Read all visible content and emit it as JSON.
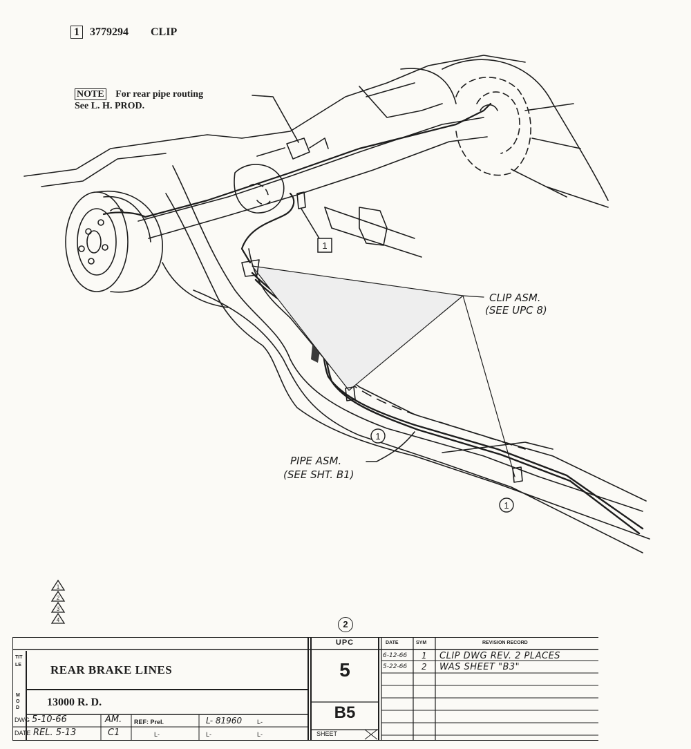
{
  "header": {
    "part_index": "1",
    "part_number": "3779294",
    "part_name": "CLIP"
  },
  "note": {
    "label": "NOTE",
    "text_line1": "For rear pipe routing",
    "text_line2": "See L. H. PROD."
  },
  "callouts": {
    "clip_box": "1",
    "clip_asm_line1": "CLIP ASM.",
    "clip_asm_line2": "(SEE UPC 8)",
    "pipe_asm_line1": "PIPE ASM.",
    "pipe_asm_line2": "(SEE SHT. B1)",
    "circle_1a": "1",
    "circle_1b": "1"
  },
  "revision_triangles": [
    "1",
    "2",
    "3",
    "4"
  ],
  "title_block": {
    "upc_circle": "2",
    "upc_label": "UPC",
    "title_side_label": "TITLE",
    "title": "REAR BRAKE LINES",
    "model_side_label": "MOD",
    "model": "13000 R. D.",
    "upc_value": "5",
    "sheet_value": "B5",
    "sheet_label": "SHEET",
    "dwg_label": "DWG",
    "dwg_date": "5-10-66",
    "dwg_initials": "AM.",
    "date_label": "DATE",
    "rel_date": "REL. 5-13",
    "rel_initials": "C1",
    "ref_label": "REF: Prel.",
    "ref_l1": "L-",
    "ref_l2": "L- 81960",
    "ref_l3": "L-",
    "ref_l4": "L-",
    "ref_l5": "L-",
    "revision_headers": {
      "date": "DATE",
      "sym": "SYM",
      "record": "REVISION RECORD"
    },
    "revisions": [
      {
        "date": "6-12-66",
        "sym": "1",
        "record": "CLIP DWG REV. 2 PLACES"
      },
      {
        "date": "5-22-66",
        "sym": "2",
        "record": "WAS SHEET \"B3\""
      }
    ]
  }
}
